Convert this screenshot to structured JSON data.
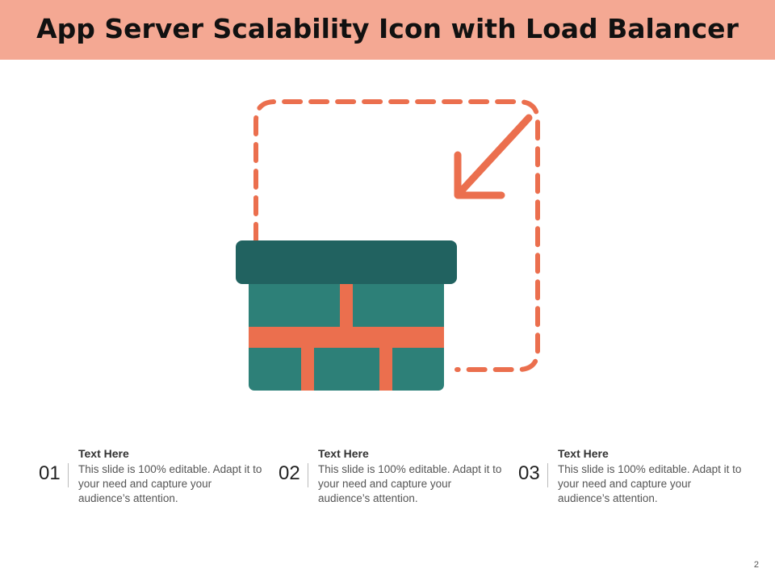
{
  "header": {
    "title": "App Server Scalability Icon with Load Balancer"
  },
  "illustration": {
    "icon": "app-server-scalability-icon",
    "colors": {
      "accent": "#EB6F4E",
      "server_top": "#216260",
      "server_body": "#2D8078"
    }
  },
  "points": [
    {
      "number": "01",
      "heading": "Text Here",
      "text": "This slide is 100% editable. Adapt it to your need and capture your audience’s attention."
    },
    {
      "number": "02",
      "heading": "Text Here",
      "text": "This slide is 100% editable. Adapt it to your need and capture your audience’s attention."
    },
    {
      "number": "03",
      "heading": "Text Here",
      "text": "This slide is 100% editable. Adapt it to your need and capture your audience’s attention."
    }
  ],
  "footer": {
    "page_number": "2"
  }
}
